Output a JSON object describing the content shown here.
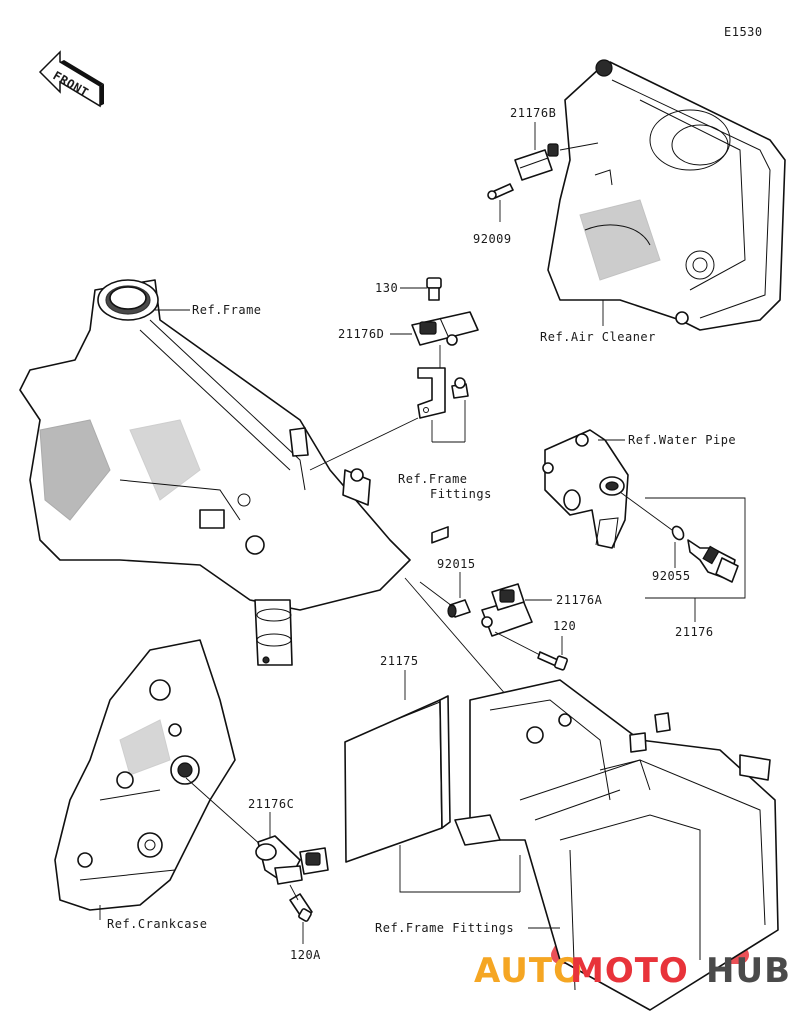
{
  "diagram_code": "E1530",
  "front_label": "FRONT",
  "labels": {
    "p21176B": "21176B",
    "p92009": "92009",
    "ref_air_cleaner": "Ref.Air Cleaner",
    "p130": "130",
    "p21176D": "21176D",
    "ref_frame": "Ref.Frame",
    "ref_frame_fittings_1": "Ref.Frame",
    "ref_frame_fittings_2": "Fittings",
    "ref_water_pipe": "Ref.Water Pipe",
    "p92015": "92015",
    "p21176A": "21176A",
    "p120": "120",
    "p92055": "92055",
    "p21176": "21176",
    "p21175": "21175",
    "p21176C": "21176C",
    "ref_crankcase": "Ref.Crankcase",
    "p120A": "120A",
    "ref_frame_fittings_bottom": "Ref.Frame Fittings"
  },
  "watermark": {
    "part1": "AUTO",
    "part2": "MOTO",
    "part3": "HUB",
    "color_orange": "#f5a623",
    "color_red": "#e8333a",
    "color_grey": "#4a4a4a"
  }
}
